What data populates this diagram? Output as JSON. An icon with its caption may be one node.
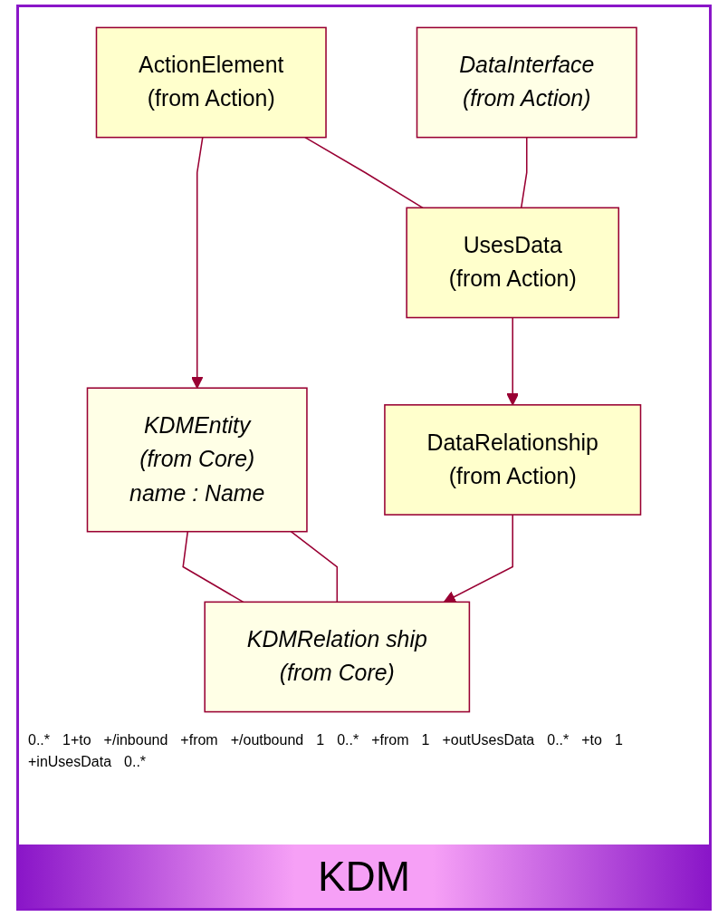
{
  "diagram": {
    "title": "KDM",
    "nodes": [
      {
        "text": [
          "KDMEntity",
          "(from Core)",
          "name : Name"
        ]
      },
      {
        "text": [
          "KDMRelation ship",
          "(from Core)"
        ]
      },
      {
        "text": [
          "ActionElement",
          "(from Action)"
        ]
      },
      {
        "text": [
          "DataRelationship",
          "(from Action)"
        ]
      },
      {
        "text": [
          "UsesData",
          "(from Action)"
        ]
      },
      {
        "text": [
          "DataInterface",
          "(from Action)"
        ]
      }
    ],
    "edges": [
      {
        "from": 0,
        "to": 1,
        "arrow": "none"
      },
      {
        "from": 0,
        "to": 1,
        "arrow": "none"
      },
      {
        "from": 2,
        "to": 0,
        "arrow": "to"
      },
      {
        "from": 3,
        "to": 1,
        "arrow": "to"
      },
      {
        "from": 2,
        "to": 4,
        "arrow": "none"
      },
      {
        "from": 4,
        "to": 3,
        "arrow": "to"
      },
      {
        "from": 5,
        "to": 4,
        "arrow": "none"
      }
    ],
    "labels": [
      "0..*",
      "1+to",
      "+/inbound",
      "+from",
      "+/outbound",
      "1",
      "0..*",
      "+from",
      "1",
      "+outUsesData",
      "0..*",
      "+to",
      "1",
      "+inUsesData",
      "0..*"
    ]
  }
}
